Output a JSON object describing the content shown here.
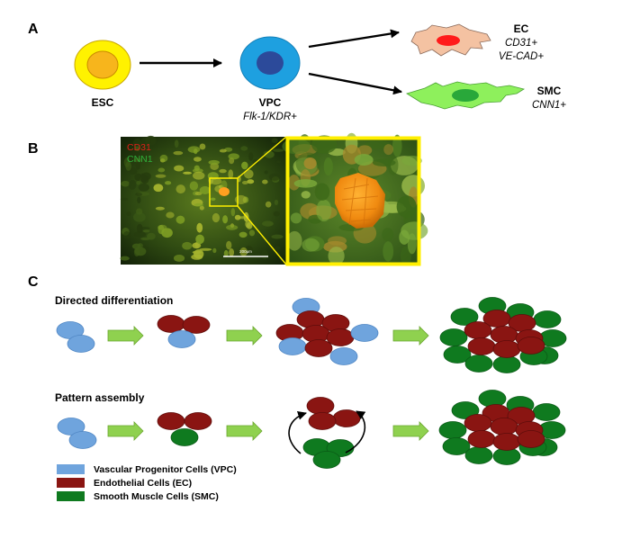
{
  "panel_labels": {
    "a": "A",
    "b": "B",
    "c": "C"
  },
  "panel_a": {
    "esc_label": "ESC",
    "vpc_label": "VPC",
    "vpc_marker": "Flk-1/KDR+",
    "ec_label": "EC",
    "ec_marker_1": "CD31+",
    "ec_marker_2": "VE-CAD+",
    "smc_label": "SMC",
    "smc_marker": "CNN1+"
  },
  "panel_b": {
    "stain_1": "CD31",
    "stain_2": "CNN1",
    "scale_bar": "200μm",
    "stain_1_color": "#e0201a",
    "stain_2_color": "#2fae3a",
    "zoom_box_color": "#ffef00"
  },
  "panel_c": {
    "row1_title": "Directed differentiation",
    "row2_title": "Pattern assembly",
    "legend": [
      {
        "label": "Vascular Progenitor Cells (VPC)",
        "color": "#6fa4dd"
      },
      {
        "label": "Endothelial Cells (EC)",
        "color": "#8a1512"
      },
      {
        "label": "Smooth Muscle Cells (SMC)",
        "color": "#0f7a1f"
      }
    ]
  },
  "colors": {
    "esc_outer": "#fff200",
    "esc_inner": "#f7b51c",
    "vpc_outer": "#1ea0e0",
    "vpc_inner": "#2c4a9a",
    "ec_cell": "#f4c2a2",
    "ec_nucleus": "#ff1a1a",
    "smc_cell": "#8ef05c",
    "smc_nucleus": "#29a83a",
    "arrow_green": "#8fd14f"
  },
  "icons": [
    "ec-cell-icon",
    "smc-cell-icon",
    "green-process-arrow-icon",
    "loop-arrow-icon"
  ]
}
